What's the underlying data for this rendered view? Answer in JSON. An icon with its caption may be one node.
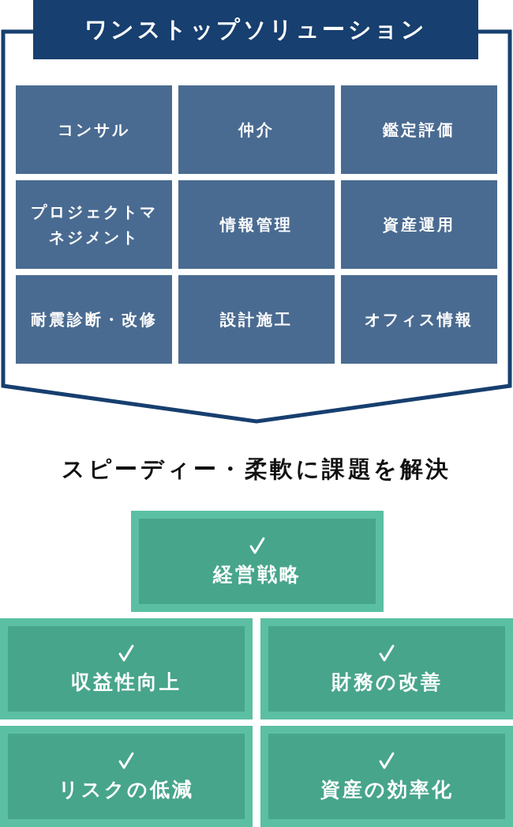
{
  "diagram": {
    "nodes": [
      {
        "text": [
          "ワンストップソリューション"
        ]
      },
      {
        "text": [
          "コンサル"
        ],
        "in": 0
      },
      {
        "text": [
          "仲介"
        ],
        "in": 0
      },
      {
        "text": [
          "鑑定評価"
        ],
        "in": 0
      },
      {
        "text": [
          "プロジェクトマネジメント"
        ],
        "in": 0
      },
      {
        "text": [
          "情報管理"
        ],
        "in": 0
      },
      {
        "text": [
          "資産運用"
        ],
        "in": 0
      },
      {
        "text": [
          "耐震診断・改修"
        ],
        "in": 0
      },
      {
        "text": [
          "設計施工"
        ],
        "in": 0
      },
      {
        "text": [
          "オフィス情報"
        ],
        "in": 0
      },
      {
        "text": [
          "経営戦略"
        ]
      },
      {
        "text": [
          "収益性向上"
        ]
      },
      {
        "text": [
          "財務の改善"
        ]
      },
      {
        "text": [
          "リスクの低減"
        ]
      },
      {
        "text": [
          "資産の効率化"
        ]
      }
    ],
    "labels": [
      "スピーディー・柔軟に課題を解決"
    ]
  }
}
